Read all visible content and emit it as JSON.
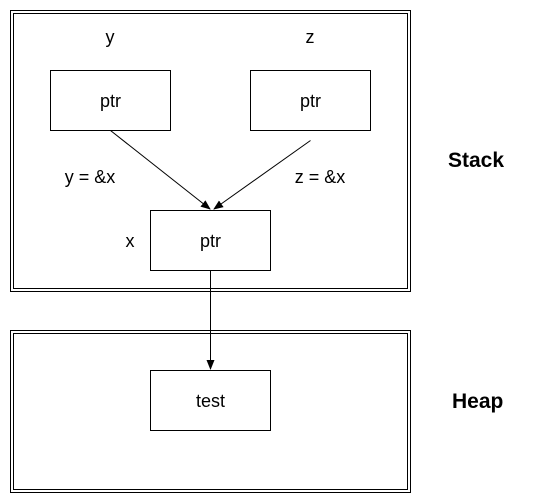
{
  "diagram": {
    "stack_label": "Stack",
    "heap_label": "Heap",
    "nodes": {
      "y": {
        "name": "y",
        "content": "ptr"
      },
      "z": {
        "name": "z",
        "content": "ptr"
      },
      "x": {
        "name": "x",
        "content": "ptr"
      },
      "heap_obj": {
        "content": "test"
      }
    },
    "edges": {
      "y_to_x": "y = &x",
      "z_to_x": "z = &x",
      "x_to_heap": ""
    }
  }
}
